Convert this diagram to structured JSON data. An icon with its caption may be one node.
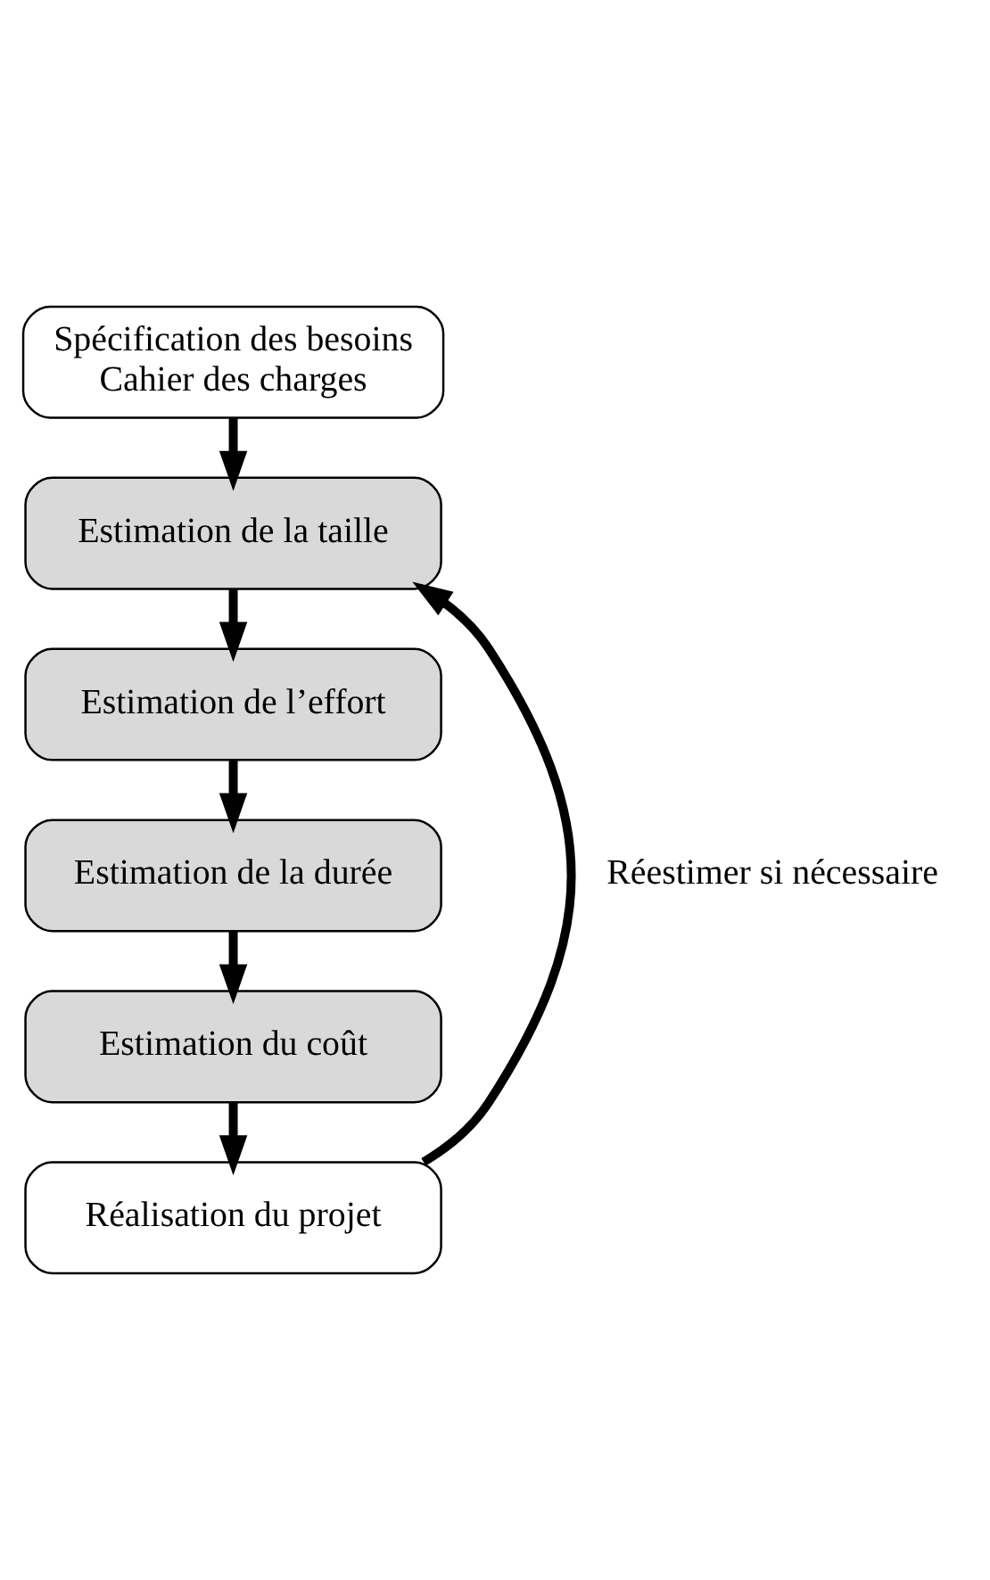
{
  "diagram": {
    "nodes": [
      {
        "text": [
          "Spécification des besoins",
          "Cahier des charges"
        ]
      },
      {
        "text": [
          "Estimation de la taille"
        ]
      },
      {
        "text": [
          "Estimation de l’effort"
        ]
      },
      {
        "text": [
          "Estimation de la durée"
        ]
      },
      {
        "text": [
          "Estimation du coût"
        ]
      },
      {
        "text": [
          "Réalisation du projet"
        ]
      }
    ],
    "edges": [
      {
        "from": 0,
        "to": 1,
        "arrow": "to"
      },
      {
        "from": 1,
        "to": 2,
        "arrow": "to"
      },
      {
        "from": 2,
        "to": 3,
        "arrow": "to"
      },
      {
        "from": 3,
        "to": 4,
        "arrow": "to"
      },
      {
        "from": 4,
        "to": 5,
        "arrow": "to"
      },
      {
        "from": 5,
        "to": 1,
        "arrow": "to",
        "label": "Réestimer si nécessaire"
      }
    ]
  }
}
